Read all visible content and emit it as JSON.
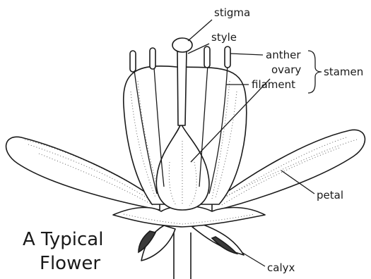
{
  "title": {
    "line1": "A Typical",
    "line2": "Flower"
  },
  "labels": {
    "stigma": "stigma",
    "style": "style",
    "anther": "anther",
    "stamen": "stamen",
    "filament": "filament",
    "ovary": "ovary",
    "petal": "petal",
    "calyx": "calyx"
  }
}
